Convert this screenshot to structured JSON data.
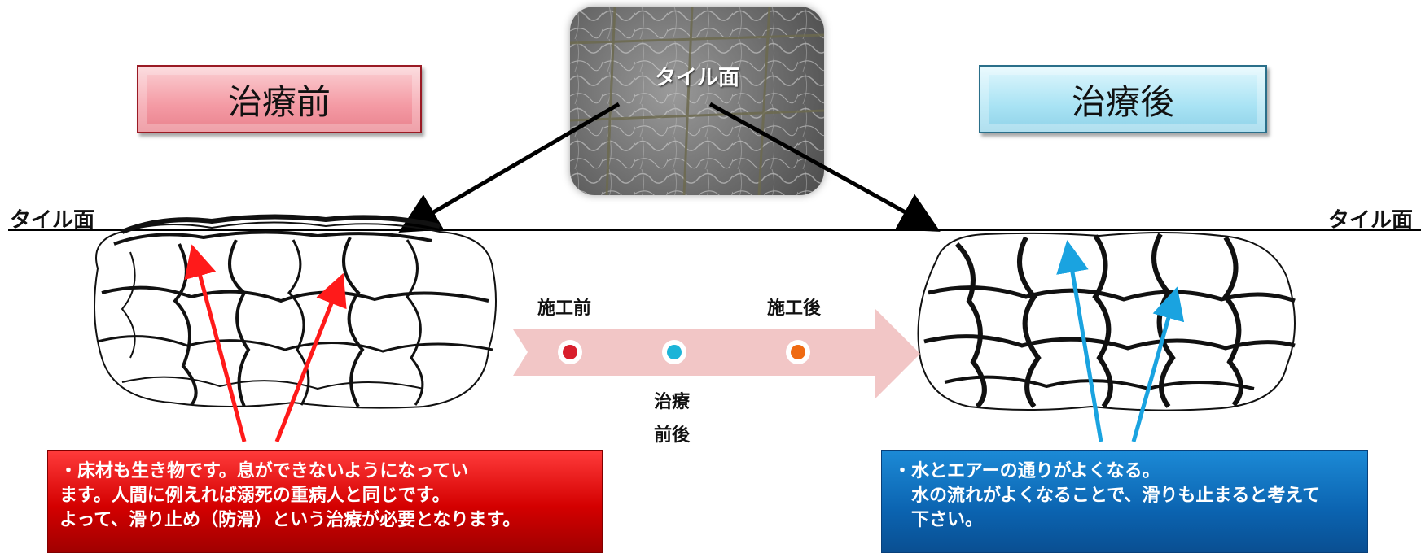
{
  "header": {
    "before_title": "治療前",
    "after_title": "治療後"
  },
  "tile_photo": {
    "label": "タイル面"
  },
  "surface_labels": {
    "left": "タイル面",
    "right": "タイル面"
  },
  "timeline": {
    "before_label": "施工前",
    "after_label": "施工後",
    "center_label_line1": "治療",
    "center_label_line2": "前後",
    "dot_colors": [
      "#d81e2c",
      "#1cb4d8",
      "#ef6a12"
    ]
  },
  "callouts": {
    "left_lines": [
      "・床材も生き物です。息ができないようになってい",
      "ます。人間に例えれば溺死の重病人と同じです。",
      "よって、滑り止め（防滑）という治療が必要となります。"
    ],
    "right_lines": [
      "・水とエアーの通りがよくなる。",
      "　水の流れがよくなることで、滑りも止まると考えて",
      "　下さい。"
    ]
  },
  "colors": {
    "red_accent": "#d40000",
    "blue_accent": "#0b63b0",
    "red_arrow": "#ff1a1a",
    "blue_arrow": "#1aa3e0",
    "timeline_arrow": "#f2c6c6"
  }
}
